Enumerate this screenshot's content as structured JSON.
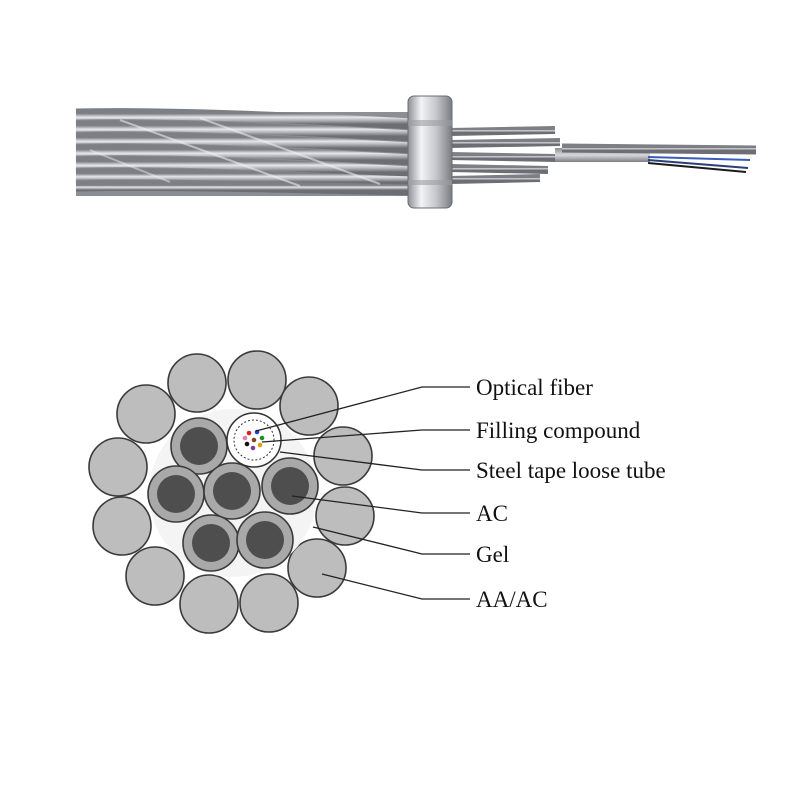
{
  "labels": {
    "optical_fiber": "Optical fiber",
    "filling_compound": "Filling compound",
    "steel_tape_loose_tube": "Steel tape loose tube",
    "ac": "AC",
    "gel": "Gel",
    "aa_ac": "AA/AC"
  },
  "colors": {
    "outer_strand": "#bdbdbd",
    "ac_cladding": "#a9a9a9",
    "ac_core": "#4e4e4e",
    "gel": "#f4f4f4",
    "leader_line": "#222222",
    "fiber_colors": [
      "#d81e1e",
      "#1e3fd8",
      "#1a8f2a",
      "#e0a000",
      "#7a3f9a",
      "#111111",
      "#e87aa0",
      "#7a4a1e"
    ]
  }
}
